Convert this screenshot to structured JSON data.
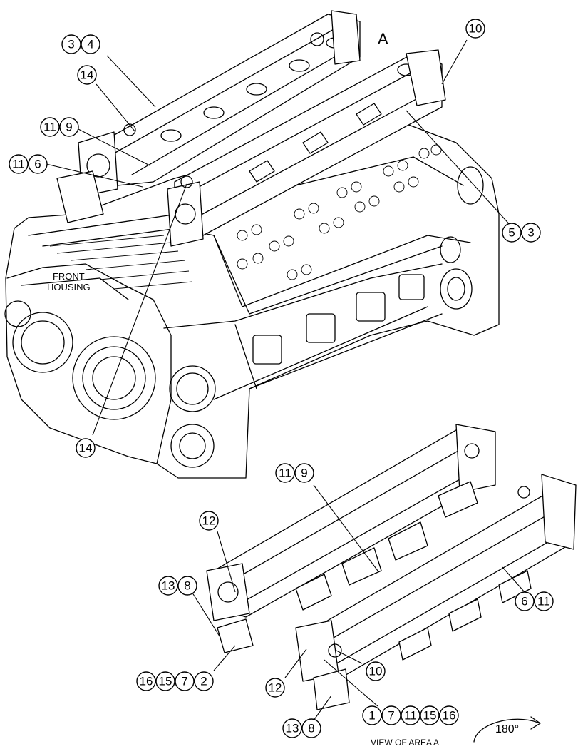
{
  "view_label_a": "A",
  "front_housing": [
    "FRONT",
    "HOUSING"
  ],
  "view_caption": "VIEW OF AREA A",
  "rotation": "180°",
  "callouts": {
    "c_3_4": [
      "3",
      "4"
    ],
    "c_14_top": [
      "14"
    ],
    "c_11_9_top": [
      "11",
      "9"
    ],
    "c_11_6": [
      "11",
      "6"
    ],
    "c_10_top": [
      "10"
    ],
    "c_5_3": [
      "5",
      "3"
    ],
    "c_14_bottom": [
      "14"
    ],
    "c_11_9_detail": [
      "11",
      "9"
    ],
    "c_12_upper": [
      "12"
    ],
    "c_13_8_upper": [
      "13",
      "8"
    ],
    "c_16_15_7_2": [
      "16",
      "15",
      "7",
      "2"
    ],
    "c_6_11": [
      "6",
      "11"
    ],
    "c_10_detail": [
      "10"
    ],
    "c_12_lower": [
      "12"
    ],
    "c_1_7_11_15_16": [
      "1",
      "7",
      "11",
      "15",
      "16"
    ],
    "c_13_8_lower": [
      "13",
      "8"
    ]
  }
}
